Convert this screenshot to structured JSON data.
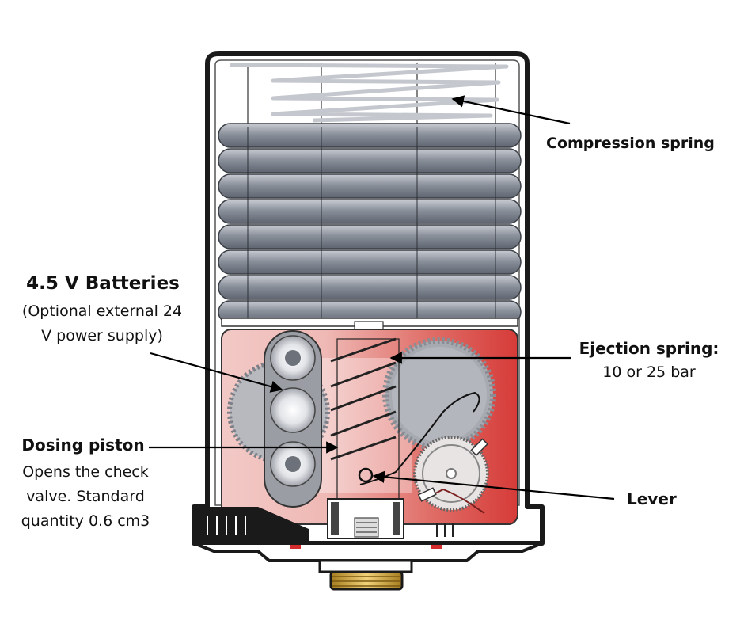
{
  "labels": {
    "compression_spring": "Compression spring",
    "batteries_title": "4.5 V Batteries",
    "batteries_sub_1": "(Optional external 24",
    "batteries_sub_2": "V power supply)",
    "ejection_title": "Ejection spring:",
    "ejection_sub": "10 or 25 bar",
    "dosing_title": "Dosing piston",
    "dosing_sub_1": "Opens the check",
    "dosing_sub_2": "valve. Standard",
    "dosing_sub_3": "quantity 0.6 cm3",
    "lever": "Lever"
  },
  "colors": {
    "housing_outline": "#1a1a1a",
    "bellows": "#8e949e",
    "chamber_red": "#d94a47",
    "battery": "#b9bcc4",
    "gear": "#a9acb3",
    "thread_gold": "#d8b453",
    "arrow": "#000000"
  }
}
